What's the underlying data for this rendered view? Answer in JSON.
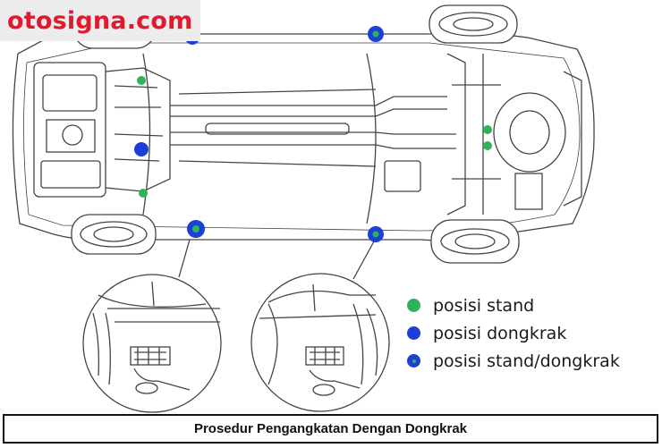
{
  "watermark": {
    "text": "otosigna.com"
  },
  "legend": {
    "items": [
      {
        "label": "posisi stand",
        "color": "#2fb35a"
      },
      {
        "label": "posisi dongkrak",
        "color": "#1d3fd6"
      },
      {
        "label": "posisi stand/dongkrak",
        "color": "#1d3fd6"
      }
    ]
  },
  "caption": {
    "text": "Prosedur Pengangkatan Dengan Dongkrak"
  },
  "colors": {
    "stand": "#2fb35a",
    "dongkrak": "#1d3fd6",
    "watermark_text": "#e0192e",
    "watermark_bg": "#ececec",
    "line": "#444444"
  },
  "icons": {
    "stand": "green-circle-icon",
    "dongkrak": "blue-circle-icon",
    "stand_dongkrak": "blue-green-circle-icon"
  }
}
